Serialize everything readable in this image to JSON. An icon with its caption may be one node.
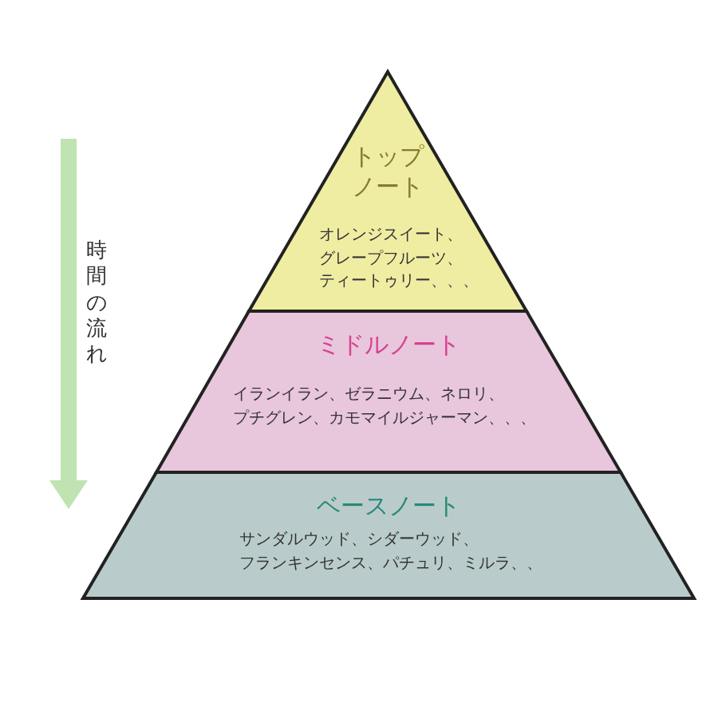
{
  "diagram": {
    "nodes": [
      {
        "text": [
          "トップノート",
          "オレンジスイート、グレープフルーツ、ティートゥリー、、、"
        ]
      },
      {
        "text": [
          "ミドルノート",
          "イランイラン、ゼラニウム、ネロリ、プチグレン、カモマイルジャーマン、、、"
        ]
      },
      {
        "text": [
          "ベースノート",
          "サンダルウッド、シダーウッド、フランキンセンス、パチュリ、ミルラ、、"
        ]
      }
    ],
    "labels": [
      "時間の流れ"
    ]
  }
}
